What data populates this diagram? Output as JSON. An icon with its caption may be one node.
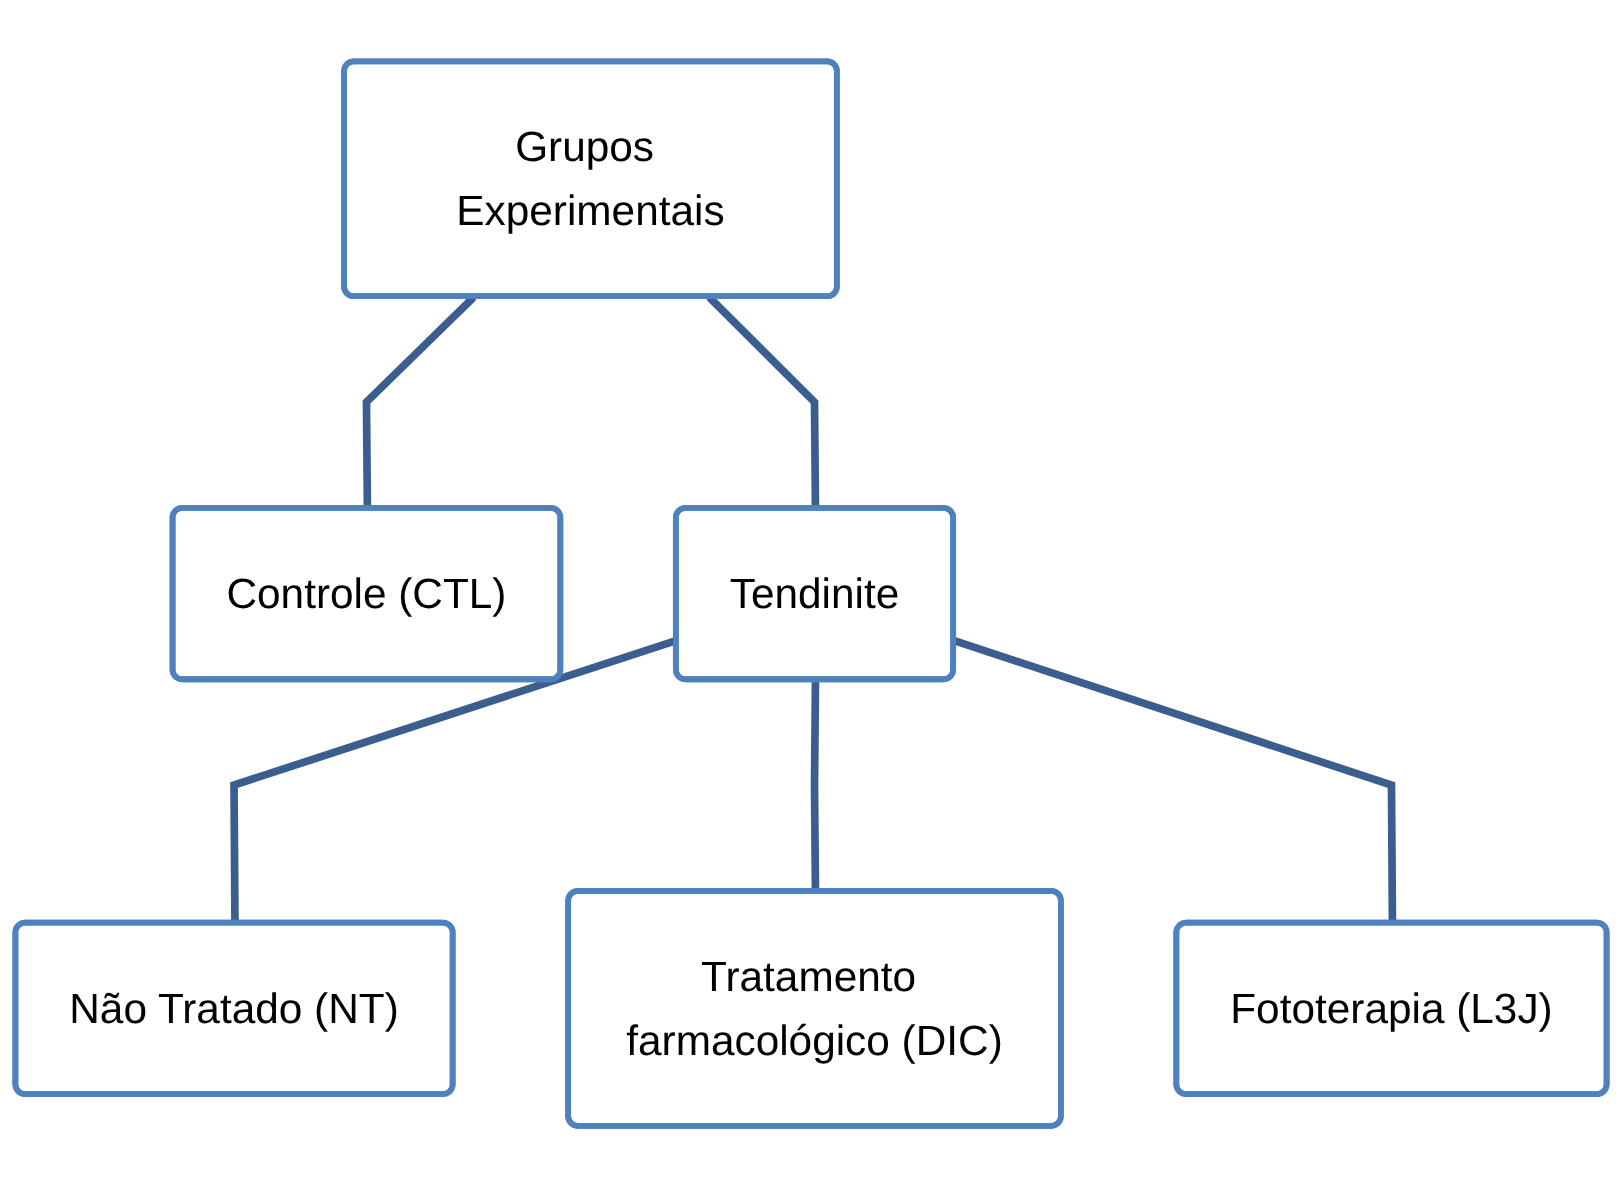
{
  "diagram": {
    "nodes": [
      {
        "text": [
          "Grupos Experimentais"
        ]
      },
      {
        "text": [
          "Controle (CTL)"
        ]
      },
      {
        "text": [
          "Tendinite"
        ]
      },
      {
        "text": [
          "Não Tratado (NT)"
        ]
      },
      {
        "text": [
          "Tratamento farmacológico (DIC)"
        ]
      },
      {
        "text": [
          "Fototerapia (L3J)"
        ]
      }
    ],
    "edges": [
      {
        "from": 0,
        "to": 1,
        "arrow": "none"
      },
      {
        "from": 0,
        "to": 2,
        "arrow": "none"
      },
      {
        "from": 2,
        "to": 3,
        "arrow": "none"
      },
      {
        "from": 2,
        "to": 4,
        "arrow": "none"
      },
      {
        "from": 2,
        "to": 5,
        "arrow": "none"
      }
    ]
  }
}
